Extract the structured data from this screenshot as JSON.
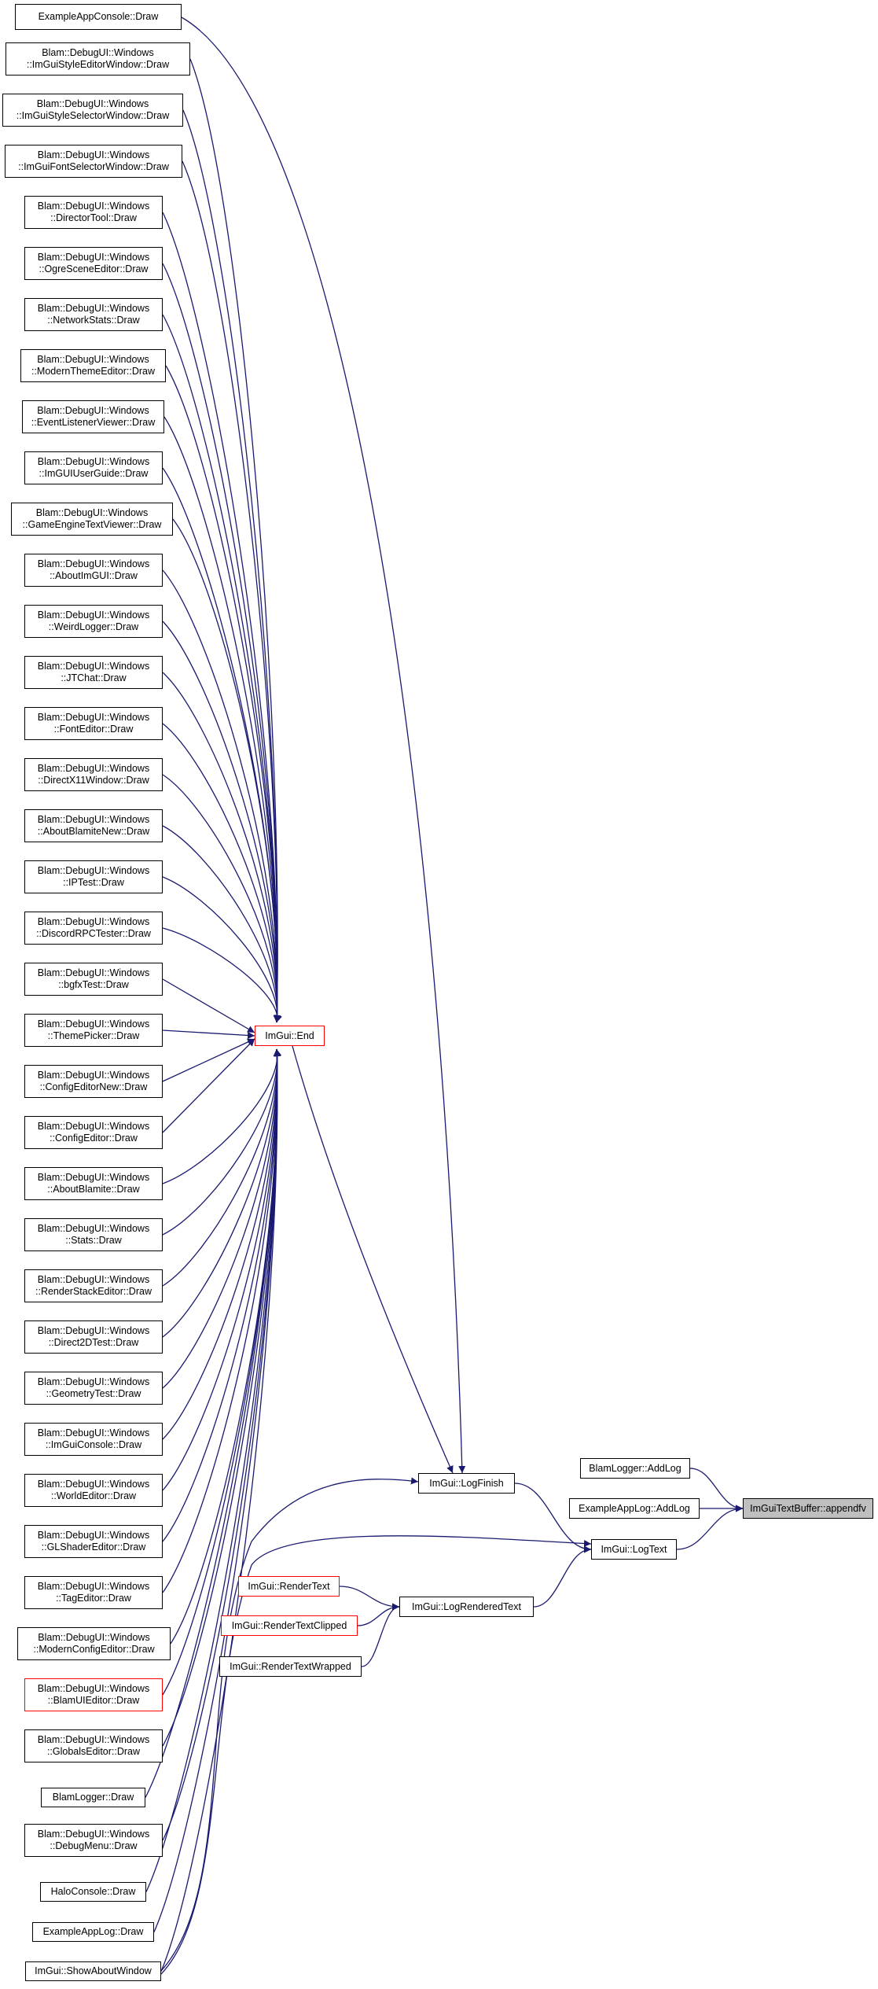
{
  "graph": {
    "edge_color": "#191970",
    "node_border_color": "#000000",
    "highlight_border_color": "#ff0000",
    "focus_fill_color": "#bfbfbf",
    "nodes": [
      {
        "id": "ExampleAppConsole::Draw",
        "lines": [
          "ExampleAppConsole::Draw"
        ],
        "style": "normal"
      },
      {
        "id": "ImGuiStyleEditorWindow::Draw",
        "lines": [
          "Blam::DebugUI::Windows",
          "::ImGuiStyleEditorWindow::Draw"
        ],
        "style": "normal"
      },
      {
        "id": "ImGuiStyleSelectorWindow::Draw",
        "lines": [
          "Blam::DebugUI::Windows",
          "::ImGuiStyleSelectorWindow::Draw"
        ],
        "style": "normal"
      },
      {
        "id": "ImGuiFontSelectorWindow::Draw",
        "lines": [
          "Blam::DebugUI::Windows",
          "::ImGuiFontSelectorWindow::Draw"
        ],
        "style": "normal"
      },
      {
        "id": "DirectorTool::Draw",
        "lines": [
          "Blam::DebugUI::Windows",
          "::DirectorTool::Draw"
        ],
        "style": "normal"
      },
      {
        "id": "OgreSceneEditor::Draw",
        "lines": [
          "Blam::DebugUI::Windows",
          "::OgreSceneEditor::Draw"
        ],
        "style": "normal"
      },
      {
        "id": "NetworkStats::Draw",
        "lines": [
          "Blam::DebugUI::Windows",
          "::NetworkStats::Draw"
        ],
        "style": "normal"
      },
      {
        "id": "ModernThemeEditor::Draw",
        "lines": [
          "Blam::DebugUI::Windows",
          "::ModernThemeEditor::Draw"
        ],
        "style": "normal"
      },
      {
        "id": "EventListenerViewer::Draw",
        "lines": [
          "Blam::DebugUI::Windows",
          "::EventListenerViewer::Draw"
        ],
        "style": "normal"
      },
      {
        "id": "ImGUIUserGuide::Draw",
        "lines": [
          "Blam::DebugUI::Windows",
          "::ImGUIUserGuide::Draw"
        ],
        "style": "normal"
      },
      {
        "id": "GameEngineTextViewer::Draw",
        "lines": [
          "Blam::DebugUI::Windows",
          "::GameEngineTextViewer::Draw"
        ],
        "style": "normal"
      },
      {
        "id": "AboutImGUI::Draw",
        "lines": [
          "Blam::DebugUI::Windows",
          "::AboutImGUI::Draw"
        ],
        "style": "normal"
      },
      {
        "id": "WeirdLogger::Draw",
        "lines": [
          "Blam::DebugUI::Windows",
          "::WeirdLogger::Draw"
        ],
        "style": "normal"
      },
      {
        "id": "JTChat::Draw",
        "lines": [
          "Blam::DebugUI::Windows",
          "::JTChat::Draw"
        ],
        "style": "normal"
      },
      {
        "id": "FontEditor::Draw",
        "lines": [
          "Blam::DebugUI::Windows",
          "::FontEditor::Draw"
        ],
        "style": "normal"
      },
      {
        "id": "DirectX11Window::Draw",
        "lines": [
          "Blam::DebugUI::Windows",
          "::DirectX11Window::Draw"
        ],
        "style": "normal"
      },
      {
        "id": "AboutBlamiteNew::Draw",
        "lines": [
          "Blam::DebugUI::Windows",
          "::AboutBlamiteNew::Draw"
        ],
        "style": "normal"
      },
      {
        "id": "IPTest::Draw",
        "lines": [
          "Blam::DebugUI::Windows",
          "::IPTest::Draw"
        ],
        "style": "normal"
      },
      {
        "id": "DiscordRPCTester::Draw",
        "lines": [
          "Blam::DebugUI::Windows",
          "::DiscordRPCTester::Draw"
        ],
        "style": "normal"
      },
      {
        "id": "bgfxTest::Draw",
        "lines": [
          "Blam::DebugUI::Windows",
          "::bgfxTest::Draw"
        ],
        "style": "normal"
      },
      {
        "id": "ThemePicker::Draw",
        "lines": [
          "Blam::DebugUI::Windows",
          "::ThemePicker::Draw"
        ],
        "style": "normal"
      },
      {
        "id": "ConfigEditorNew::Draw",
        "lines": [
          "Blam::DebugUI::Windows",
          "::ConfigEditorNew::Draw"
        ],
        "style": "normal"
      },
      {
        "id": "ConfigEditor::Draw",
        "lines": [
          "Blam::DebugUI::Windows",
          "::ConfigEditor::Draw"
        ],
        "style": "normal"
      },
      {
        "id": "AboutBlamite::Draw",
        "lines": [
          "Blam::DebugUI::Windows",
          "::AboutBlamite::Draw"
        ],
        "style": "normal"
      },
      {
        "id": "Stats::Draw",
        "lines": [
          "Blam::DebugUI::Windows",
          "::Stats::Draw"
        ],
        "style": "normal"
      },
      {
        "id": "RenderStackEditor::Draw",
        "lines": [
          "Blam::DebugUI::Windows",
          "::RenderStackEditor::Draw"
        ],
        "style": "normal"
      },
      {
        "id": "Direct2DTest::Draw",
        "lines": [
          "Blam::DebugUI::Windows",
          "::Direct2DTest::Draw"
        ],
        "style": "normal"
      },
      {
        "id": "GeometryTest::Draw",
        "lines": [
          "Blam::DebugUI::Windows",
          "::GeometryTest::Draw"
        ],
        "style": "normal"
      },
      {
        "id": "ImGuiConsole::Draw",
        "lines": [
          "Blam::DebugUI::Windows",
          "::ImGuiConsole::Draw"
        ],
        "style": "normal"
      },
      {
        "id": "WorldEditor::Draw",
        "lines": [
          "Blam::DebugUI::Windows",
          "::WorldEditor::Draw"
        ],
        "style": "normal"
      },
      {
        "id": "GLShaderEditor::Draw",
        "lines": [
          "Blam::DebugUI::Windows",
          "::GLShaderEditor::Draw"
        ],
        "style": "normal"
      },
      {
        "id": "TagEditor::Draw",
        "lines": [
          "Blam::DebugUI::Windows",
          "::TagEditor::Draw"
        ],
        "style": "normal"
      },
      {
        "id": "ModernConfigEditor::Draw",
        "lines": [
          "Blam::DebugUI::Windows",
          "::ModernConfigEditor::Draw"
        ],
        "style": "normal"
      },
      {
        "id": "BlamUIEditor::Draw",
        "lines": [
          "Blam::DebugUI::Windows",
          "::BlamUIEditor::Draw"
        ],
        "style": "red"
      },
      {
        "id": "GlobalsEditor::Draw",
        "lines": [
          "Blam::DebugUI::Windows",
          "::GlobalsEditor::Draw"
        ],
        "style": "normal"
      },
      {
        "id": "BlamLogger::Draw",
        "lines": [
          "BlamLogger::Draw"
        ],
        "style": "normal"
      },
      {
        "id": "DebugMenu::Draw",
        "lines": [
          "Blam::DebugUI::Windows",
          "::DebugMenu::Draw"
        ],
        "style": "normal"
      },
      {
        "id": "HaloConsole::Draw",
        "lines": [
          "HaloConsole::Draw"
        ],
        "style": "normal"
      },
      {
        "id": "ExampleAppLog::Draw",
        "lines": [
          "ExampleAppLog::Draw"
        ],
        "style": "normal"
      },
      {
        "id": "ImGui::ShowAboutWindow",
        "lines": [
          "ImGui::ShowAboutWindow"
        ],
        "style": "normal"
      },
      {
        "id": "ImGui::End",
        "lines": [
          "ImGui::End"
        ],
        "style": "red"
      },
      {
        "id": "ImGui::LogFinish",
        "lines": [
          "ImGui::LogFinish"
        ],
        "style": "normal"
      },
      {
        "id": "ImGui::RenderText",
        "lines": [
          "ImGui::RenderText"
        ],
        "style": "red"
      },
      {
        "id": "ImGui::RenderTextClipped",
        "lines": [
          "ImGui::RenderTextClipped"
        ],
        "style": "red"
      },
      {
        "id": "ImGui::RenderTextWrapped",
        "lines": [
          "ImGui::RenderTextWrapped"
        ],
        "style": "normal"
      },
      {
        "id": "ImGui::LogRenderedText",
        "lines": [
          "ImGui::LogRenderedText"
        ],
        "style": "normal"
      },
      {
        "id": "ImGui::LogText",
        "lines": [
          "ImGui::LogText"
        ],
        "style": "normal"
      },
      {
        "id": "BlamLogger::AddLog",
        "lines": [
          "BlamLogger::AddLog"
        ],
        "style": "normal"
      },
      {
        "id": "ExampleAppLog::AddLog",
        "lines": [
          "ExampleAppLog::AddLog"
        ],
        "style": "normal"
      },
      {
        "id": "ImGuiTextBuffer::appendfv",
        "lines": [
          "ImGuiTextBuffer::appendfv"
        ],
        "style": "focus"
      }
    ],
    "edges": [
      [
        "ExampleAppConsole::Draw",
        "ImGui::LogFinish"
      ],
      [
        "ImGuiStyleEditorWindow::Draw",
        "ImGui::End"
      ],
      [
        "ImGuiStyleSelectorWindow::Draw",
        "ImGui::End"
      ],
      [
        "ImGuiFontSelectorWindow::Draw",
        "ImGui::End"
      ],
      [
        "DirectorTool::Draw",
        "ImGui::End"
      ],
      [
        "OgreSceneEditor::Draw",
        "ImGui::End"
      ],
      [
        "NetworkStats::Draw",
        "ImGui::End"
      ],
      [
        "ModernThemeEditor::Draw",
        "ImGui::End"
      ],
      [
        "EventListenerViewer::Draw",
        "ImGui::End"
      ],
      [
        "ImGUIUserGuide::Draw",
        "ImGui::End"
      ],
      [
        "GameEngineTextViewer::Draw",
        "ImGui::End"
      ],
      [
        "AboutImGUI::Draw",
        "ImGui::End"
      ],
      [
        "WeirdLogger::Draw",
        "ImGui::End"
      ],
      [
        "JTChat::Draw",
        "ImGui::End"
      ],
      [
        "FontEditor::Draw",
        "ImGui::End"
      ],
      [
        "DirectX11Window::Draw",
        "ImGui::End"
      ],
      [
        "AboutBlamiteNew::Draw",
        "ImGui::End"
      ],
      [
        "IPTest::Draw",
        "ImGui::End"
      ],
      [
        "DiscordRPCTester::Draw",
        "ImGui::End"
      ],
      [
        "bgfxTest::Draw",
        "ImGui::End"
      ],
      [
        "ThemePicker::Draw",
        "ImGui::End"
      ],
      [
        "ConfigEditorNew::Draw",
        "ImGui::End"
      ],
      [
        "ConfigEditor::Draw",
        "ImGui::End"
      ],
      [
        "AboutBlamite::Draw",
        "ImGui::End"
      ],
      [
        "Stats::Draw",
        "ImGui::End"
      ],
      [
        "RenderStackEditor::Draw",
        "ImGui::End"
      ],
      [
        "Direct2DTest::Draw",
        "ImGui::End"
      ],
      [
        "GeometryTest::Draw",
        "ImGui::End"
      ],
      [
        "ImGuiConsole::Draw",
        "ImGui::End"
      ],
      [
        "WorldEditor::Draw",
        "ImGui::End"
      ],
      [
        "GLShaderEditor::Draw",
        "ImGui::End"
      ],
      [
        "TagEditor::Draw",
        "ImGui::End"
      ],
      [
        "ModernConfigEditor::Draw",
        "ImGui::End"
      ],
      [
        "BlamUIEditor::Draw",
        "ImGui::End"
      ],
      [
        "GlobalsEditor::Draw",
        "ImGui::End"
      ],
      [
        "BlamLogger::Draw",
        "ImGui::End"
      ],
      [
        "DebugMenu::Draw",
        "ImGui::End"
      ],
      [
        "HaloConsole::Draw",
        "ImGui::End"
      ],
      [
        "ExampleAppLog::Draw",
        "ImGui::End"
      ],
      [
        "ImGui::ShowAboutWindow",
        "ImGui::End"
      ],
      [
        "ImGui::End",
        "ImGui::LogFinish"
      ],
      [
        "ImGui::ShowAboutWindow",
        "ImGui::LogFinish"
      ],
      [
        "ImGui::ShowAboutWindow",
        "ImGui::LogText"
      ],
      [
        "ImGui::LogFinish",
        "ImGui::LogText"
      ],
      [
        "ImGui::RenderText",
        "ImGui::LogRenderedText"
      ],
      [
        "ImGui::RenderTextClipped",
        "ImGui::LogRenderedText"
      ],
      [
        "ImGui::RenderTextWrapped",
        "ImGui::LogRenderedText"
      ],
      [
        "ImGui::LogRenderedText",
        "ImGui::LogText"
      ],
      [
        "BlamLogger::AddLog",
        "ImGuiTextBuffer::appendfv"
      ],
      [
        "ExampleAppLog::AddLog",
        "ImGuiTextBuffer::appendfv"
      ],
      [
        "ImGui::LogText",
        "ImGuiTextBuffer::appendfv"
      ]
    ]
  }
}
